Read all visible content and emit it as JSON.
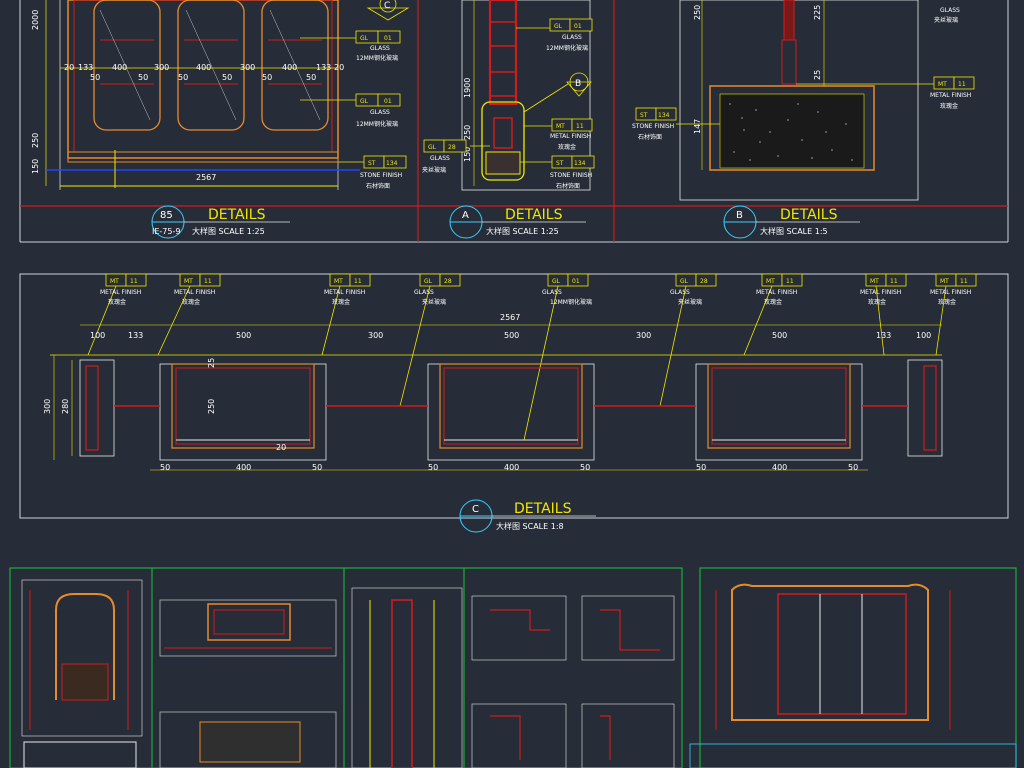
{
  "panel_85": {
    "bubble_num": "85",
    "bubble_ref": "IE-75-9",
    "title": "DETAILS",
    "subtitle": "大样图  SCALE 1:25",
    "dims_top": [
      "20",
      "133",
      "400",
      "300",
      "400",
      "300",
      "400",
      "133",
      "20"
    ],
    "dims_sub": [
      "50",
      "50",
      "50",
      "50",
      "50",
      "50"
    ],
    "dims_left": [
      "2000",
      "250",
      "150"
    ],
    "dim_bottom": "2567",
    "tag_top": {
      "code": "GL",
      "num": "01",
      "en": "GLASS",
      "cn": "12MM钢化玻璃"
    },
    "tag_mid": {
      "code": "GL",
      "num": "01",
      "en": "GLASS",
      "cn": "12MM钢化玻璃"
    },
    "tag_stone": {
      "code": "ST",
      "num": "134",
      "en": "STONE FINISH",
      "cn": "石材饰面"
    },
    "bubble_top_letter": "C"
  },
  "panel_A": {
    "bubble_letter": "A",
    "title": "DETAILS",
    "subtitle": "大样图  SCALE 1:25",
    "dims": [
      "1900",
      "250",
      "150"
    ],
    "marker_letter": "B",
    "tag_glass_top": {
      "code": "GL",
      "num": "01",
      "en": "GLASS",
      "cn": "12MM钢化玻璃"
    },
    "tag_glass_left": {
      "code": "GL",
      "num": "28",
      "en": "GLASS",
      "cn": "夹丝玻璃"
    },
    "tag_metal": {
      "code": "MT",
      "num": "11",
      "en": "METAL FINISH",
      "cn": "玫瑰金"
    },
    "tag_stone": {
      "code": "ST",
      "num": "134",
      "en": "STONE FINISH",
      "cn": "石材饰面"
    }
  },
  "panel_B": {
    "bubble_letter": "B",
    "title": "DETAILS",
    "subtitle": "大样图  SCALE 1:5",
    "dims": [
      "250",
      "225",
      "25",
      "147"
    ],
    "tag_glass": {
      "en": "GLASS",
      "cn": "夹丝玻璃"
    },
    "tag_metal": {
      "code": "MT",
      "num": "11",
      "en": "METAL FINISH",
      "cn": "玫瑰金"
    },
    "tag_stone": {
      "code": "ST",
      "num": "134",
      "en": "STONE FINISH",
      "cn": "石材饰面"
    }
  },
  "panel_C": {
    "bubble_letter": "C",
    "title": "DETAILS",
    "subtitle": "大样图  SCALE 1:8",
    "overall_dim": "2567",
    "dims_top": [
      "100",
      "133",
      "500",
      "300",
      "500",
      "300",
      "500",
      "133",
      "100"
    ],
    "dims_left": [
      "300",
      "280"
    ],
    "dims_inner": [
      "25",
      "250",
      "20"
    ],
    "dims_bottom": [
      "50",
      "400",
      "50",
      "50",
      "400",
      "50",
      "50",
      "400",
      "50"
    ],
    "tags": [
      {
        "code": "MT",
        "num": "11",
        "en": "METAL FINISH",
        "cn": "玫瑰金"
      },
      {
        "code": "MT",
        "num": "11",
        "en": "METAL FINISH",
        "cn": "玫瑰金"
      },
      {
        "code": "MT",
        "num": "11",
        "en": "METAL FINISH",
        "cn": "玫瑰金"
      },
      {
        "code": "GL",
        "num": "28",
        "en": "GLASS",
        "cn": "夹丝玻璃"
      },
      {
        "code": "GL",
        "num": "01",
        "en": "GLASS",
        "cn": "12MM钢化玻璃"
      },
      {
        "code": "GL",
        "num": "28",
        "en": "GLASS",
        "cn": "夹丝玻璃"
      },
      {
        "code": "MT",
        "num": "11",
        "en": "METAL FINISH",
        "cn": "玫瑰金"
      },
      {
        "code": "MT",
        "num": "11",
        "en": "METAL FINISH",
        "cn": "玫瑰金"
      },
      {
        "code": "MT",
        "num": "11",
        "en": "METAL FINISH",
        "cn": "玫瑰金"
      }
    ]
  },
  "thumbnails": [
    "elevation-sheet-1",
    "elevation-sheet-2",
    "section-sheet-3",
    "detail-sheet-4",
    "elevation-sheet-5"
  ],
  "colors": {
    "background": "#262d38",
    "frame": "#cfd3da",
    "annotation": "#f2e600",
    "section_red": "#d01c1c",
    "sheet_border": "#18c838"
  }
}
